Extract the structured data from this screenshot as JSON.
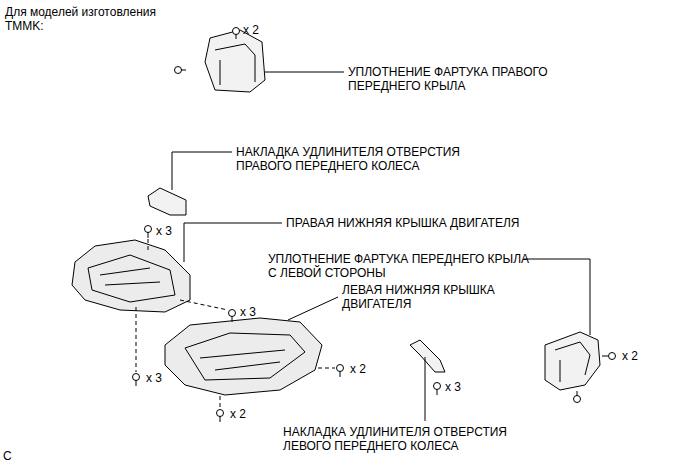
{
  "diagram": {
    "labels": [
      "Для моделей изготовления TMMK:",
      "x 2",
      "УПЛОТНЕНИЕ ФАРТУКА ПРАВОГО ПЕРЕДНЕГО КРЫЛА",
      "НАКЛАДКА УДЛИНИТЕЛЯ ОТВЕРСТИЯ ПРАВОГО ПЕРЕДНЕГО КОЛЕСА",
      "x 3",
      "ПРАВАЯ НИЖНЯЯ КРЫШКА ДВИГАТЕЛЯ",
      "УПЛОТНЕНИЕ ФАРТУКА ПЕРЕДНЕГО КРЫЛА С ЛЕВОЙ СТОРОНЫ",
      "ЛЕВАЯ НИЖНЯЯ КРЫШКА ДВИГАТЕЛЯ",
      "x 3",
      "x 2",
      "x 2",
      "x 3",
      "x 3",
      "x 2",
      "НАКЛАДКА УДЛИНИТЕЛЯ ОТВЕРСТИЯ ЛЕВОГО ПЕРЕДНЕГО КОЛЕСА",
      "C"
    ]
  }
}
